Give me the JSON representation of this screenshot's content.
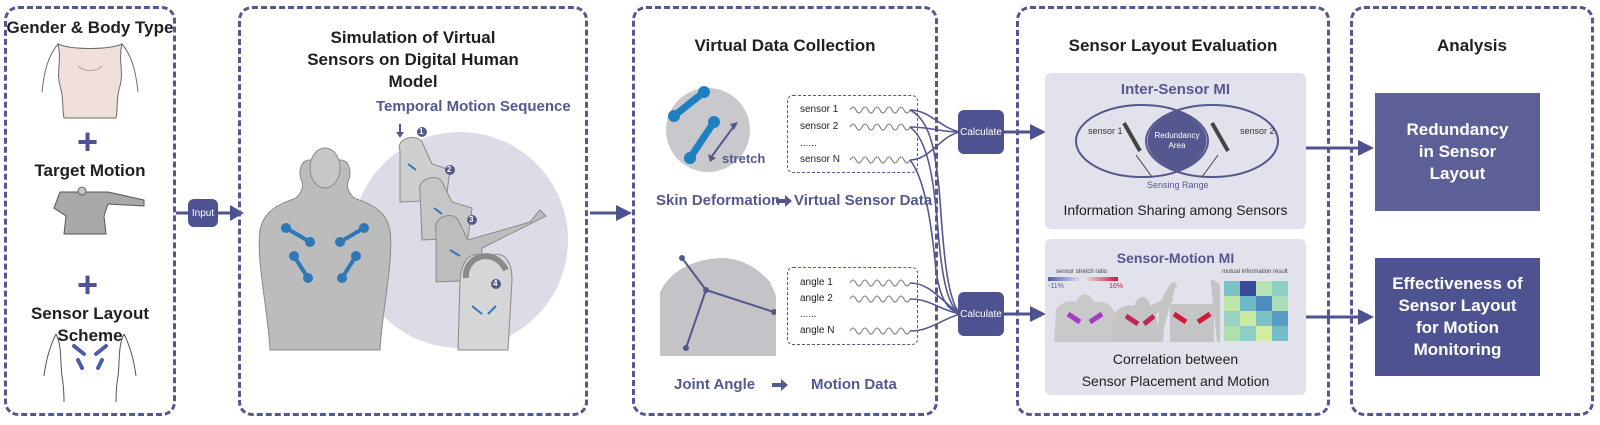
{
  "panel1": {
    "title1": "Gender & Body Type",
    "title2": "Target Motion",
    "title3": "Sensor Layout Scheme",
    "plus": "+"
  },
  "input_label": "Input",
  "panel2": {
    "title": "Simulation of Virtual Sensors on Digital Human Model",
    "temporal": "Temporal Motion Sequence",
    "steps": [
      "1",
      "2",
      "3",
      "4"
    ]
  },
  "panel3": {
    "title": "Virtual Data Collection",
    "stretch": "stretch",
    "skin": "Skin Deformation",
    "virtual": "Virtual Sensor Data",
    "joint": "Joint Angle",
    "motion": "Motion Data",
    "sensors": [
      "sensor 1",
      "sensor 2",
      "......",
      "sensor N"
    ],
    "angles": [
      "angle 1",
      "angle 2",
      "......",
      "angle N"
    ]
  },
  "calculate_label": "Calculate",
  "panel4": {
    "title": "Sensor Layout Evaluation",
    "inter_title": "Inter-Sensor MI",
    "sensor1": "sensor 1",
    "sensor2": "sensor 2",
    "redundancy_area": "Redundancy Area",
    "sensing_range": "Sensing Range",
    "info_sharing": "Information Sharing among Sensors",
    "motion_title": "Sensor-Motion MI",
    "stretch_ratio": "sensor stretch ratio",
    "neg": "-11%",
    "pos": "16%",
    "mi_result": "mutual information result",
    "correlation1": "Correlation between",
    "correlation2": "Sensor Placement and Motion"
  },
  "panel5": {
    "title": "Analysis",
    "box1": "Redundancy in Sensor Layout",
    "box2": "Effectiveness of Sensor Layout for Motion Monitoring"
  },
  "colors": {
    "accent": "#55588f",
    "box": "#5d6097",
    "panel_bg": "#e2e2ec"
  }
}
